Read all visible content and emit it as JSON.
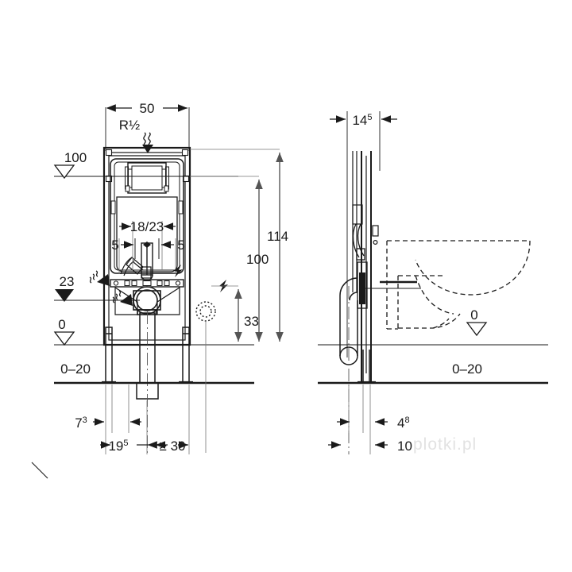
{
  "drawing": {
    "type": "technical-dimension-drawing",
    "subject": "Wall-hung toilet installation frame (in-wall cistern element) with concealed cistern",
    "background_color": "#ffffff",
    "line_color": "#1a1a1a",
    "hidden_line_style": "dashed",
    "views": [
      {
        "id": "front",
        "label": "front elevation"
      },
      {
        "id": "side",
        "label": "side view"
      }
    ]
  },
  "front_view": {
    "top_dimension": {
      "value": "50",
      "arrows": "inward"
    },
    "supply_label": {
      "value": "R",
      "fraction": "½",
      "symbol": "water-inlet-arrow"
    },
    "datum_top": {
      "value": "100",
      "marker": "open-triangle"
    },
    "datum_mid": {
      "value": "23",
      "marker": "filled-triangle"
    },
    "datum_floorline": {
      "value": "0",
      "marker": "open-triangle"
    },
    "tolerance_note": "0–20",
    "inner_dimension": {
      "value": "18/23",
      "arrows": "inward"
    },
    "bolt_left": "5",
    "bolt_right": "5",
    "bottom_chain": [
      {
        "value": "7",
        "sup": "3"
      },
      {
        "value": "19",
        "sup": "5"
      },
      {
        "value": "≥ 30",
        "sup": ""
      }
    ],
    "vertical_chain": [
      {
        "value": "33"
      },
      {
        "value": "100"
      },
      {
        "value": "114"
      }
    ],
    "symbols": [
      "water-flow-arrow",
      "water-flow-arrow",
      "electrical-bolt",
      "electrical-bolt",
      "drain-dotted-circle"
    ]
  },
  "side_view": {
    "top_dimension": {
      "value": "14",
      "sup": "5",
      "arrows": "outward"
    },
    "datum_floorline": {
      "value": "0",
      "marker": "open-triangle"
    },
    "tolerance_note": "0–20",
    "bottom_chain": [
      {
        "value": "4",
        "sup": "8"
      },
      {
        "value": "10",
        "sup": ""
      }
    ],
    "bowl_outline": "wall-hung-toilet-bowl-dashed"
  },
  "watermark": {
    "text": "plotki.pl",
    "color": "#e2e2e2"
  }
}
